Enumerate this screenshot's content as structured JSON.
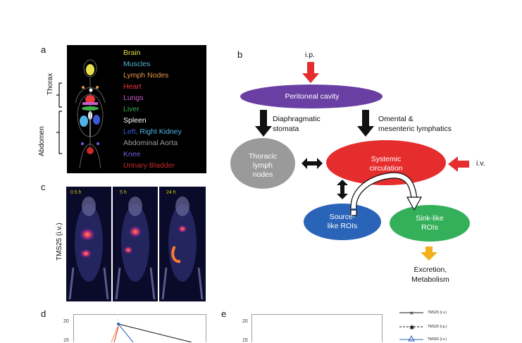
{
  "panels": {
    "a": "a",
    "b": "b",
    "c": "c",
    "d": "d",
    "e": "e"
  },
  "panel_a": {
    "regions": {
      "thorax": "Thorax",
      "abdomen": "Abdomen"
    },
    "legend": [
      {
        "label": "Brain",
        "color": "#e8e04a"
      },
      {
        "label": "Muscles",
        "color": "#4fb3c9"
      },
      {
        "label": "Lymph Nodes",
        "color": "#e8954a"
      },
      {
        "label": "Heart",
        "color": "#e83a3a"
      },
      {
        "label": "Lungs",
        "color": "#c95ac9"
      },
      {
        "label": "Liver",
        "color": "#3fae4a"
      },
      {
        "label": "Spleen",
        "color": "#ffffff"
      },
      {
        "label_left": "Left,",
        "label_right": "Right Kidney",
        "color_left": "#3a5ad9",
        "color_right": "#4fb3e8"
      },
      {
        "label": "Abdominal Aorta",
        "color": "#9a9a9a"
      },
      {
        "label": "Knee",
        "color": "#7a5ad9"
      },
      {
        "label": "Urinary Bladder",
        "color": "#c92a2a"
      }
    ]
  },
  "panel_b": {
    "ip": "i.p.",
    "iv": "i.v.",
    "peritoneal": "Peritoneal cavity",
    "diaphragmatic": "Diaphragmatic",
    "stomata": "stomata",
    "omental": "Omental &",
    "mesenteric": "mesenteric lymphatics",
    "thoracic_1": "Thoracic",
    "thoracic_2": "lymph",
    "thoracic_3": "nodes",
    "systemic_1": "Systemic",
    "systemic_2": "circulation",
    "source_1": "Source-",
    "source_2": "like ROIs",
    "sink_1": "Sink-like",
    "sink_2": "ROIs",
    "excretion_1": "Excretion,",
    "excretion_2": "Metabolism",
    "colors": {
      "peritoneal": "#6a3fa3",
      "thoracic": "#9a9a9a",
      "systemic": "#e62d2d",
      "source": "#2a64b8",
      "sink": "#34b05a",
      "red_arrow": "#e62d2d",
      "yellow_arrow": "#f2b01e"
    }
  },
  "panel_c": {
    "ylabel": "TMS25 (i.v.)",
    "timepoints": [
      "0.5 h",
      "5 h",
      "24 h"
    ]
  },
  "panel_d": {
    "y_ticks": [
      "20",
      "15"
    ]
  },
  "panel_e": {
    "y_ticks": [
      "20",
      "15"
    ],
    "legend": [
      {
        "label": "TMS25 (i.v.)",
        "marker": "x",
        "style": "solid"
      },
      {
        "label": "TMS25 (i.p.)",
        "marker": "*",
        "style": "dashed"
      },
      {
        "label": "TMS50 (i.v.)",
        "marker": "triangle",
        "style": "solid"
      }
    ]
  }
}
